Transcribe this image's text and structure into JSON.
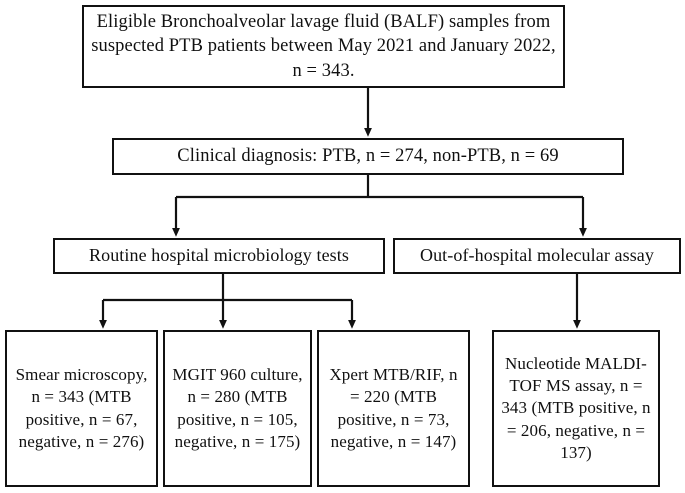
{
  "figure": {
    "type": "flowchart",
    "orientation": "top-down",
    "line_color": "#111111",
    "box_border_color": "#111111",
    "background_color": "#ffffff",
    "text_color": "#101010"
  },
  "nodes": {
    "source": {
      "id": "source",
      "label": "Eligible Bronchoalveolar lavage fluid (BALF) samples from suspected PTB patients between May 2021 and January 2022, n = 343.",
      "level": 1
    },
    "diagnosis": {
      "id": "diagnosis",
      "label": "Clinical diagnosis: PTB, n = 274, non-PTB, n = 69",
      "level": 2
    },
    "routine": {
      "id": "routine",
      "label": "Routine hospital microbiology tests",
      "level": 3
    },
    "outhospital": {
      "id": "outhospital",
      "label": "Out-of-hospital molecular assay",
      "level": 3
    },
    "smear": {
      "id": "smear",
      "label": "Smear microscopy, n = 343 (MTB positive, n = 67, negative, n = 276)",
      "level": 4
    },
    "mgit": {
      "id": "mgit",
      "label": "MGIT 960 culture, n = 280 (MTB positive, n = 105, negative, n = 175)",
      "level": 4
    },
    "xpert": {
      "id": "xpert",
      "label": "Xpert MTB/RIF, n = 220 (MTB positive, n = 73, negative, n = 147)",
      "level": 4
    },
    "maldi": {
      "id": "maldi",
      "label": "Nucleotide MALDI-TOF MS assay, n = 343 (MTB positive, n = 206, negative, n = 137)",
      "level": 4
    }
  },
  "edges": [
    {
      "from": "source",
      "to": "diagnosis",
      "style": "straight-arrow"
    },
    {
      "from": "diagnosis",
      "to": "routine",
      "style": "elbow-arrow"
    },
    {
      "from": "diagnosis",
      "to": "outhospital",
      "style": "elbow-arrow"
    },
    {
      "from": "routine",
      "to": "smear",
      "style": "elbow-arrow"
    },
    {
      "from": "routine",
      "to": "mgit",
      "style": "straight-arrow"
    },
    {
      "from": "routine",
      "to": "xpert",
      "style": "elbow-arrow"
    },
    {
      "from": "outhospital",
      "to": "maldi",
      "style": "straight-arrow"
    }
  ],
  "counts": {
    "total_samples": 343,
    "ptb": 274,
    "non_ptb": 69,
    "smear_total": 343,
    "smear_positive": 67,
    "smear_negative": 276,
    "mgit_total": 280,
    "mgit_positive": 105,
    "mgit_negative": 175,
    "xpert_total": 220,
    "xpert_positive": 73,
    "xpert_negative": 147,
    "maldi_total": 343,
    "maldi_positive": 206,
    "maldi_negative": 137
  }
}
